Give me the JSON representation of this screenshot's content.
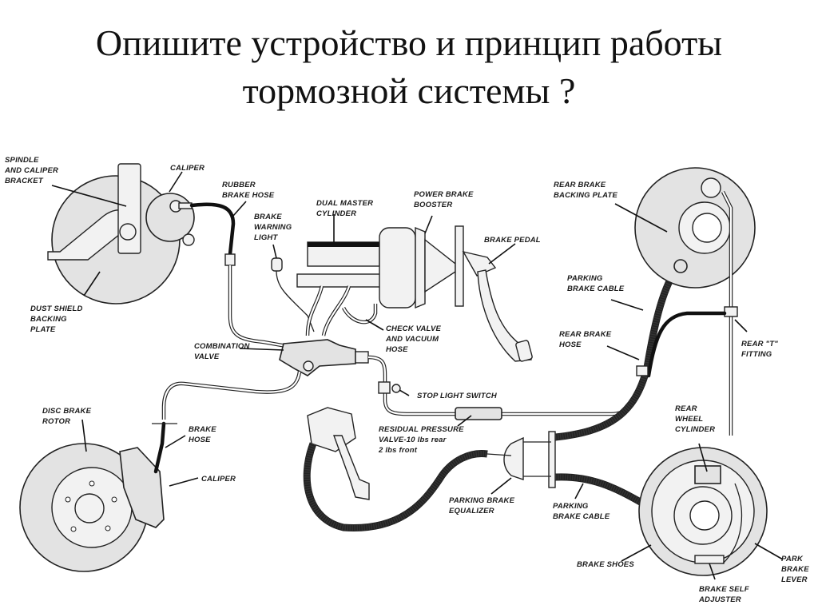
{
  "slide": {
    "title_lines": [
      "Опишите  устройство и принцип работы",
      "тормозной системы ?"
    ]
  },
  "diagram": {
    "labels": {
      "spindle": [
        "SPINDLE",
        "AND CALIPER",
        "BRACKET"
      ],
      "caliper_front_top": [
        "CALIPER"
      ],
      "rubber_brake_hose": [
        "RUBBER",
        "BRAKE HOSE"
      ],
      "brake_warning_light": [
        "BRAKE",
        "WARNING",
        "LIGHT"
      ],
      "dual_master_cylinder": [
        "DUAL MASTER",
        "CYLINDER"
      ],
      "power_brake_booster": [
        "POWER BRAKE",
        "BOOSTER"
      ],
      "brake_pedal": [
        "BRAKE PEDAL"
      ],
      "rear_brake_backing_plate": [
        "REAR BRAKE",
        "BACKING PLATE"
      ],
      "dust_shield": [
        "DUST SHIELD",
        "BACKING",
        "PLATE"
      ],
      "parking_brake_cable_top": [
        "PARKING",
        "BRAKE CABLE"
      ],
      "check_valve": [
        "CHECK VALVE",
        "AND VACUUM",
        "HOSE"
      ],
      "combination_valve": [
        "COMBINATION",
        "VALVE"
      ],
      "rear_brake_hose": [
        "REAR BRAKE",
        "HOSE"
      ],
      "rear_t_fitting": [
        "REAR \"T\"",
        "FITTING"
      ],
      "stop_light_switch": [
        "STOP LIGHT SWITCH"
      ],
      "disc_brake_rotor": [
        "DISC BRAKE",
        "ROTOR"
      ],
      "brake_hose_front": [
        "BRAKE",
        "HOSE"
      ],
      "residual_pressure_valve": [
        "RESIDUAL PRESSURE",
        "VALVE-10 lbs rear",
        "2 lbs front"
      ],
      "rear_wheel_cylinder": [
        "REAR",
        "WHEEL",
        "CYLINDER"
      ],
      "caliper_front_bottom": [
        "CALIPER"
      ],
      "parking_brake_equalizer": [
        "PARKING BRAKE",
        "EQUALIZER"
      ],
      "parking_brake_cable_bottom": [
        "PARKING",
        "BRAKE CABLE"
      ],
      "brake_shoes": [
        "BRAKE SHOES"
      ],
      "park_brake_lever": [
        "PARK",
        "BRAKE",
        "LEVER"
      ],
      "brake_self_adjuster": [
        "BRAKE SELF",
        "ADJUSTER"
      ]
    }
  }
}
